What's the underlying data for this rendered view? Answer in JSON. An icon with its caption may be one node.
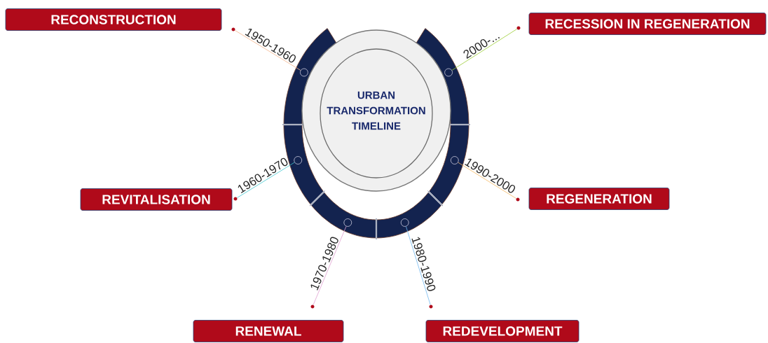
{
  "diagram": {
    "nodes": [
      {
        "text": [
          "RECONSTRUCTION"
        ]
      },
      {
        "text": [
          "RECESSION IN REGENERATION"
        ]
      },
      {
        "text": [
          "URBAN TRANSFORMATION TIMELINE"
        ]
      },
      {
        "text": [
          "REVITALISATION"
        ]
      },
      {
        "text": [
          "REGENERATION"
        ]
      },
      {
        "text": [
          "RENEWAL"
        ]
      },
      {
        "text": [
          "REDEVELOPMENT"
        ]
      },
      {
        "text": [],
        "shape": "circle"
      },
      {
        "text": [],
        "shape": "circle"
      },
      {
        "text": [],
        "shape": "circle"
      },
      {
        "text": [],
        "shape": "circle"
      },
      {
        "text": [],
        "shape": "circle"
      },
      {
        "text": [],
        "shape": "circle"
      },
      {
        "text": [],
        "shape": "dot"
      },
      {
        "text": [],
        "shape": "dot"
      },
      {
        "text": [],
        "shape": "dot"
      },
      {
        "text": [],
        "shape": "dot"
      },
      {
        "text": [],
        "shape": "dot"
      },
      {
        "text": [],
        "shape": "dot"
      }
    ],
    "edges": [
      {
        "from": 7,
        "to": 13,
        "arrow": "none",
        "label": "1950-1960",
        "color": "#f5b48a"
      },
      {
        "from": 8,
        "to": 14,
        "arrow": "none",
        "label": "2000-...",
        "color": "#9acd32"
      },
      {
        "from": 9,
        "to": 15,
        "arrow": "none",
        "label": "1960-1970",
        "color": "#40c8d0"
      },
      {
        "from": 10,
        "to": 16,
        "arrow": "none",
        "label": "1990-2000",
        "color": "#f5b860"
      },
      {
        "from": 11,
        "to": 17,
        "arrow": "none",
        "label": "1970-1980",
        "color": "#e0a0d0"
      },
      {
        "from": 12,
        "to": 18,
        "arrow": "none",
        "label": "1980-1990",
        "color": "#70b8f0"
      }
    ]
  }
}
